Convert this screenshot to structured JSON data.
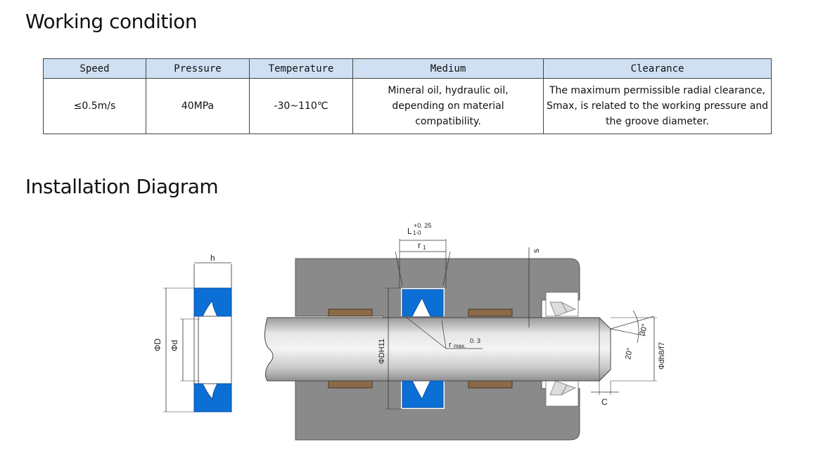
{
  "working_condition": {
    "title": "Working condition",
    "headers": [
      "Speed",
      "Pressure",
      "Temperature",
      "Medium",
      "Clearance"
    ],
    "row": [
      "≤0.5m/s",
      "40MPa",
      "-30~110℃",
      "Mineral oil, hydraulic oil, depending on material compatibility.",
      "The maximum permissible radial clearance, Smax, is related to the working pressure and the groove diameter."
    ]
  },
  "installation": {
    "title": "Installation Diagram",
    "labels": {
      "h": "h",
      "phi_D": "ΦD",
      "phi_d": "Φd",
      "L_tol_upper": "+0. 25",
      "L_main": "L",
      "L_sub": "1-0",
      "r1_main": "r",
      "r1_sub": "1",
      "s": "s",
      "phi_DH11": "ΦDH11",
      "rmax_main": "r",
      "rmax_sub": "max.",
      "rmax_val": "0. 3",
      "angle_20": "20°",
      "angle_30": "30°",
      "phi_dh8f7": "Φdh8/f7",
      "c": "C"
    }
  },
  "colors": {
    "header_bg": "#cfe0f2",
    "seal_blue": "#0b6fd6",
    "housing_gray": "#8a8a8a",
    "guide_brown": "#8b6a4a"
  }
}
